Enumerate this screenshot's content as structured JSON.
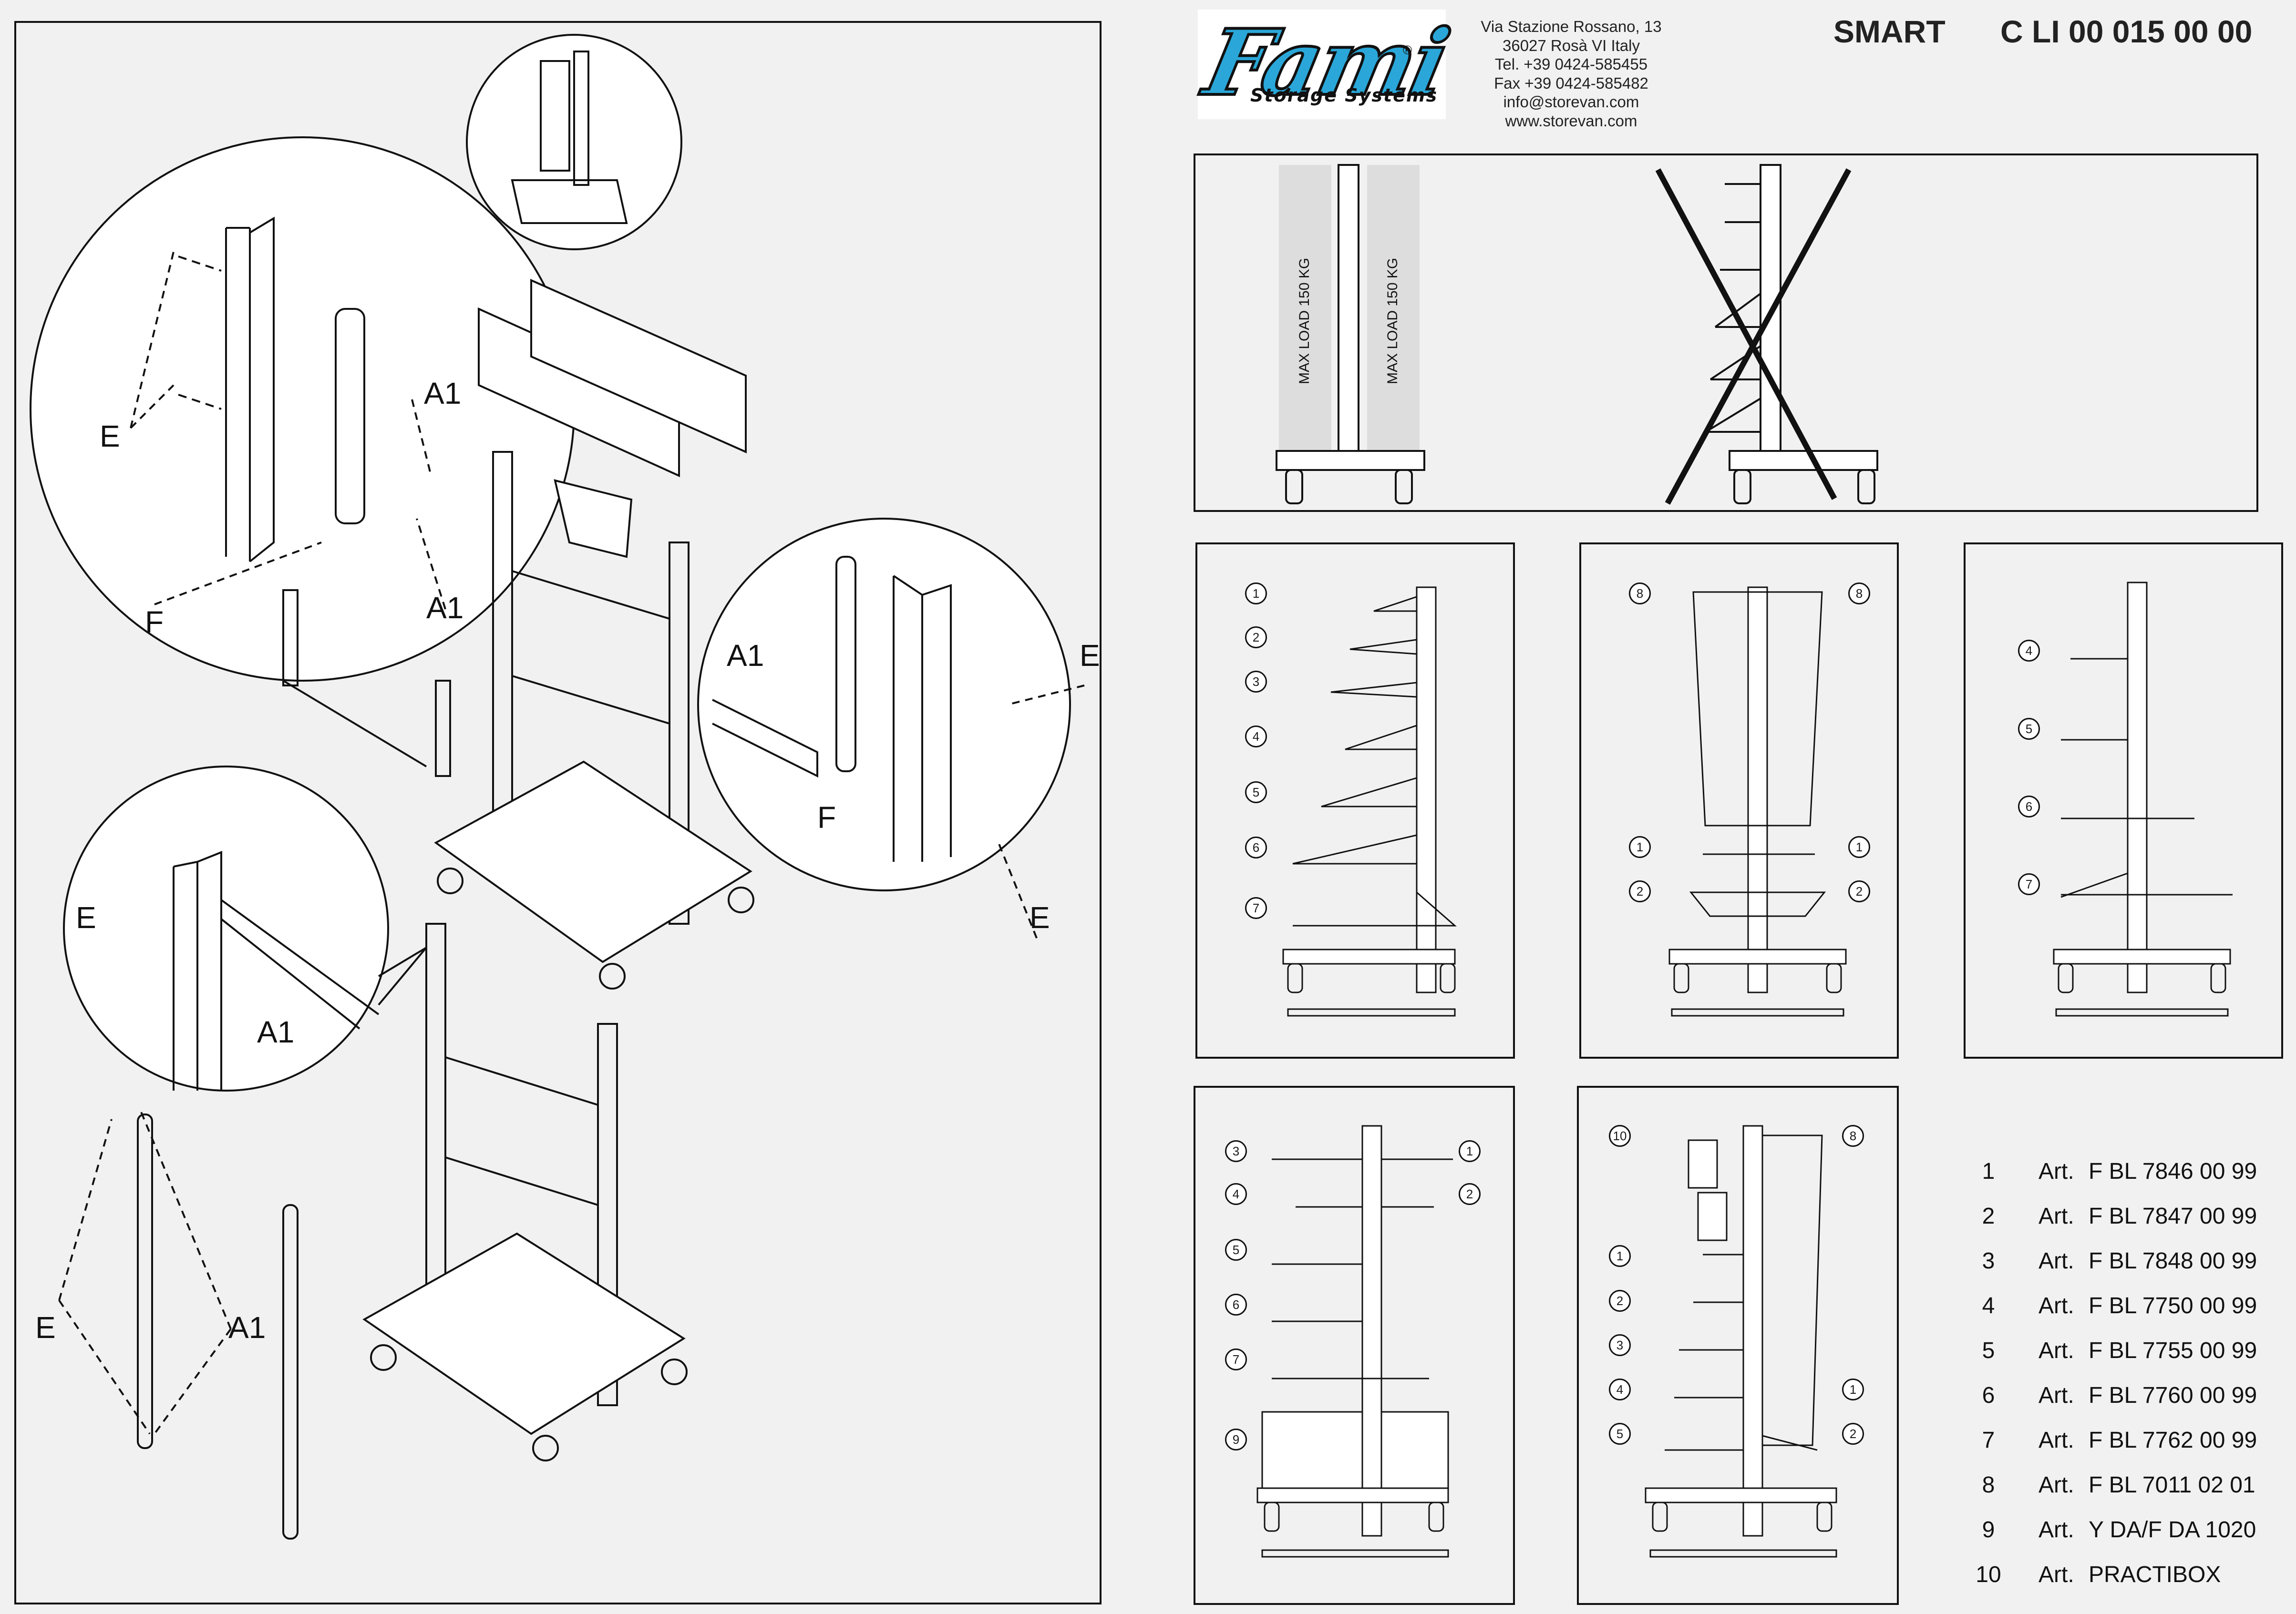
{
  "brand": {
    "logo_word": "Fami",
    "logo_reg": "®",
    "logo_subtitle": "Storage Systems",
    "brand_color": "#2aa7d8"
  },
  "address": [
    "Via Stazione Rossano, 13",
    "36027 Rosà VI Italy",
    "Tel. +39 0424-585455",
    "Fax +39 0424-585482",
    "info@storevan.com",
    "www.storevan.com"
  ],
  "header": {
    "product": "SMART",
    "code": "C LI 00 015 00 00"
  },
  "load_panel": {
    "label": "MAX LOAD 150 KG"
  },
  "callouts": {
    "E": "E",
    "A1": "A1",
    "F": "F"
  },
  "configs": {
    "c1": [
      "1",
      "2",
      "3",
      "4",
      "5",
      "6",
      "7"
    ],
    "c2_left": [
      "8",
      "1",
      "2"
    ],
    "c2_right": [
      "8",
      "1",
      "2"
    ],
    "c3": [
      "4",
      "5",
      "6",
      "7"
    ],
    "c4_left": [
      "3",
      "4",
      "5",
      "6",
      "7",
      "9"
    ],
    "c4_right": [
      "1",
      "2"
    ],
    "c5_left": [
      "10",
      "1",
      "2",
      "3",
      "4",
      "5"
    ],
    "c5_right": [
      "8",
      "1",
      "2"
    ]
  },
  "legend": [
    {
      "n": "1",
      "art": "Art.",
      "code": "F BL 7846 00 99"
    },
    {
      "n": "2",
      "art": "Art.",
      "code": "F BL 7847 00 99"
    },
    {
      "n": "3",
      "art": "Art.",
      "code": "F BL 7848 00 99"
    },
    {
      "n": "4",
      "art": "Art.",
      "code": "F BL 7750 00 99"
    },
    {
      "n": "5",
      "art": "Art.",
      "code": "F BL 7755 00 99"
    },
    {
      "n": "6",
      "art": "Art.",
      "code": "F BL 7760 00 99"
    },
    {
      "n": "7",
      "art": "Art.",
      "code": "F BL 7762 00 99"
    },
    {
      "n": "8",
      "art": "Art.",
      "code": "F BL 7011 02 01"
    },
    {
      "n": "9",
      "art": "Art.",
      "code": "Y DA/F DA 1020"
    },
    {
      "n": "10",
      "art": "Art.",
      "code": "PRACTIBOX"
    }
  ]
}
